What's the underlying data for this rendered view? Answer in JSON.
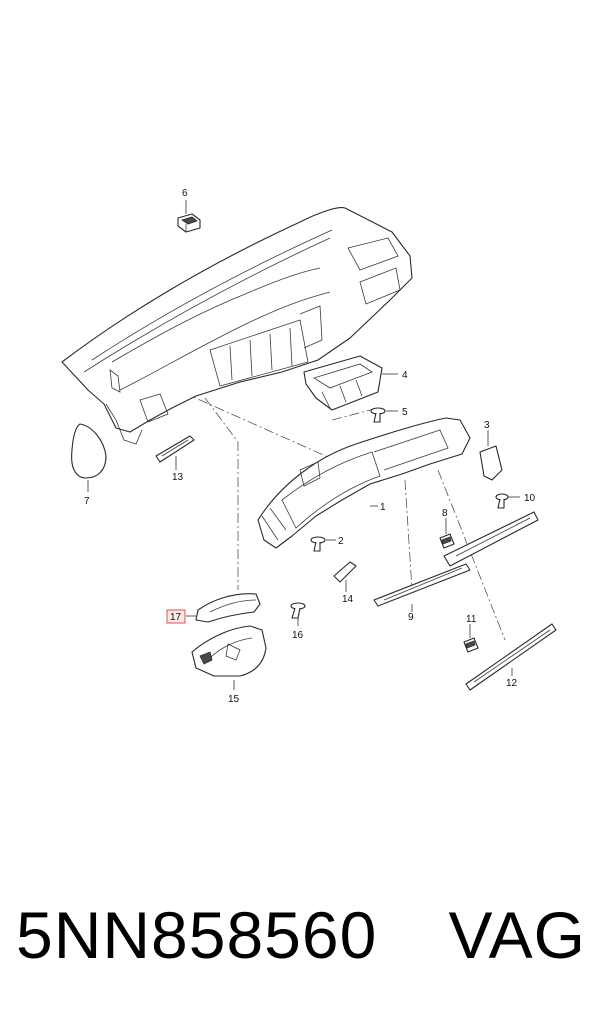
{
  "diagram": {
    "callouts": [
      "1",
      "2",
      "3",
      "4",
      "5",
      "6",
      "7",
      "8",
      "9",
      "10",
      "11",
      "12",
      "13",
      "14",
      "15",
      "16",
      "17"
    ],
    "highlighted_callout": "17"
  },
  "footer": {
    "part_number": "5NN858560",
    "brand": "VAG"
  }
}
